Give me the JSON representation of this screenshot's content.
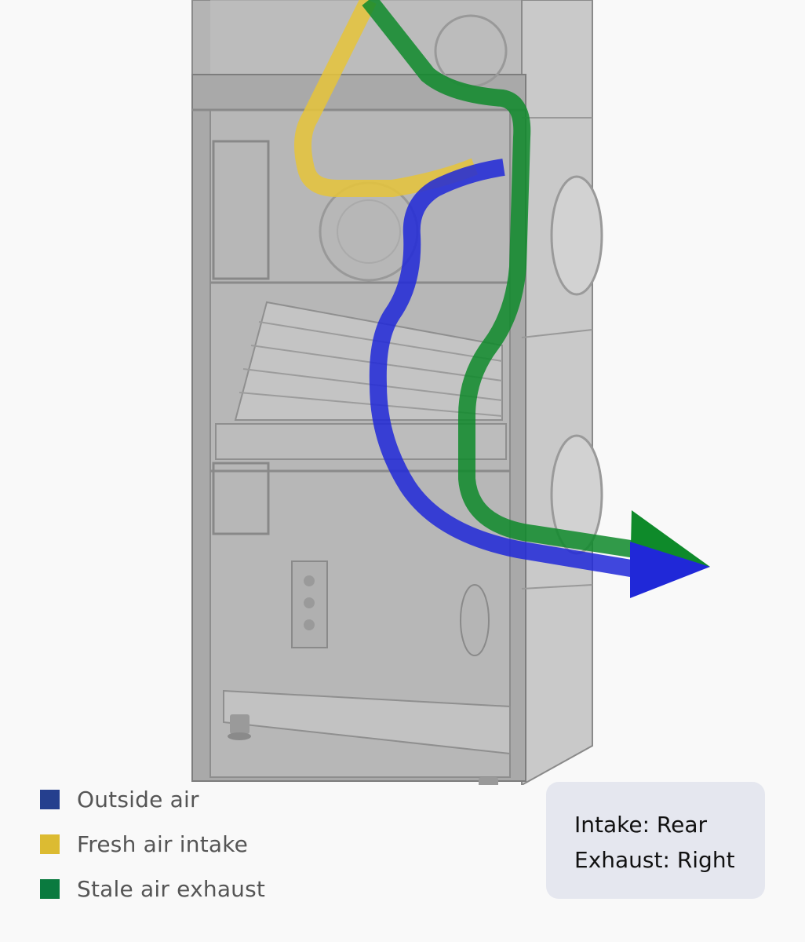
{
  "legend": {
    "items": [
      {
        "label": "Outside air",
        "color": "#253f8e"
      },
      {
        "label": "Fresh air intake",
        "color": "#dcbb32"
      },
      {
        "label": "Stale air exhaust",
        "color": "#0a7a3f"
      }
    ]
  },
  "info": {
    "intake_line": "Intake: Rear",
    "exhaust_line": "Exhaust: Right"
  },
  "flow_colors": {
    "outside_air": "#2028d8",
    "fresh_air_intake": "#e6c43a",
    "stale_air_exhaust": "#0e8a2a"
  }
}
